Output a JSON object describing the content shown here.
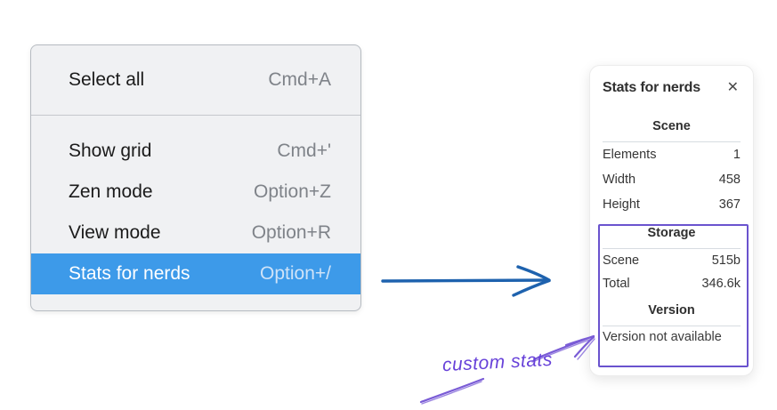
{
  "context_menu": {
    "items": [
      {
        "label": "Select all",
        "shortcut": "Cmd+A"
      },
      {
        "label": "Show grid",
        "shortcut": "Cmd+'"
      },
      {
        "label": "Zen mode",
        "shortcut": "Option+Z"
      },
      {
        "label": "View mode",
        "shortcut": "Option+R"
      },
      {
        "label": "Stats for nerds",
        "shortcut": "Option+/"
      }
    ],
    "selected_item": "Stats for nerds",
    "highlight_color": "#3d9ae9"
  },
  "stats_panel": {
    "title": "Stats for nerds",
    "close_icon": "✕",
    "scene_section": {
      "heading": "Scene",
      "rows": [
        {
          "label": "Elements",
          "value": "1"
        },
        {
          "label": "Width",
          "value": "458"
        },
        {
          "label": "Height",
          "value": "367"
        }
      ]
    },
    "storage_section": {
      "heading": "Storage",
      "rows": [
        {
          "label": "Scene",
          "value": "515b"
        },
        {
          "label": "Total",
          "value": "346.6k"
        }
      ]
    },
    "version_section": {
      "heading": "Version",
      "note": "Version not available"
    }
  },
  "annotations": {
    "custom_stats_label": "custom stats",
    "blue_arrow_color": "#1e62ae",
    "purple_box_color": "#6a53ce",
    "handwriting_color": "#6741d9"
  }
}
